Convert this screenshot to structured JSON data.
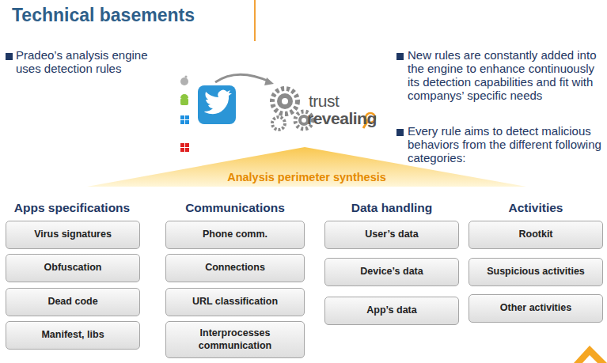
{
  "diagram": {
    "title": "Technical basements",
    "nodes": [
      {
        "text": [
          "Analysis perimeter synthesis"
        ]
      },
      {
        "text": [
          "Virus signatures"
        ]
      },
      {
        "text": [
          "Obfuscation"
        ]
      },
      {
        "text": [
          "Dead code"
        ]
      },
      {
        "text": [
          "Manifest, libs"
        ]
      },
      {
        "text": [
          "Phone comm."
        ]
      },
      {
        "text": [
          "Connections"
        ]
      },
      {
        "text": [
          "URL classification"
        ]
      },
      {
        "text": [
          "Interprocesses communication"
        ]
      },
      {
        "text": [
          "User’s data"
        ]
      },
      {
        "text": [
          "Device’s data"
        ]
      },
      {
        "text": [
          "App’s data"
        ]
      },
      {
        "text": [
          "Rootkit"
        ]
      },
      {
        "text": [
          "Suspicious activities"
        ]
      },
      {
        "text": [
          "Other activities"
        ]
      }
    ],
    "labels": [
      "Pradeo’s analysis engine uses detection rules",
      "New rules are constantly added into the engine to enhance continuously its detection capabilities and fit with companys’ specific needs",
      "Every rule aims to detect malicious behaviors from the different following categories:",
      "trust",
      "revealing",
      "Apps specifications",
      "Communications",
      "Data handling",
      "Activities"
    ]
  }
}
